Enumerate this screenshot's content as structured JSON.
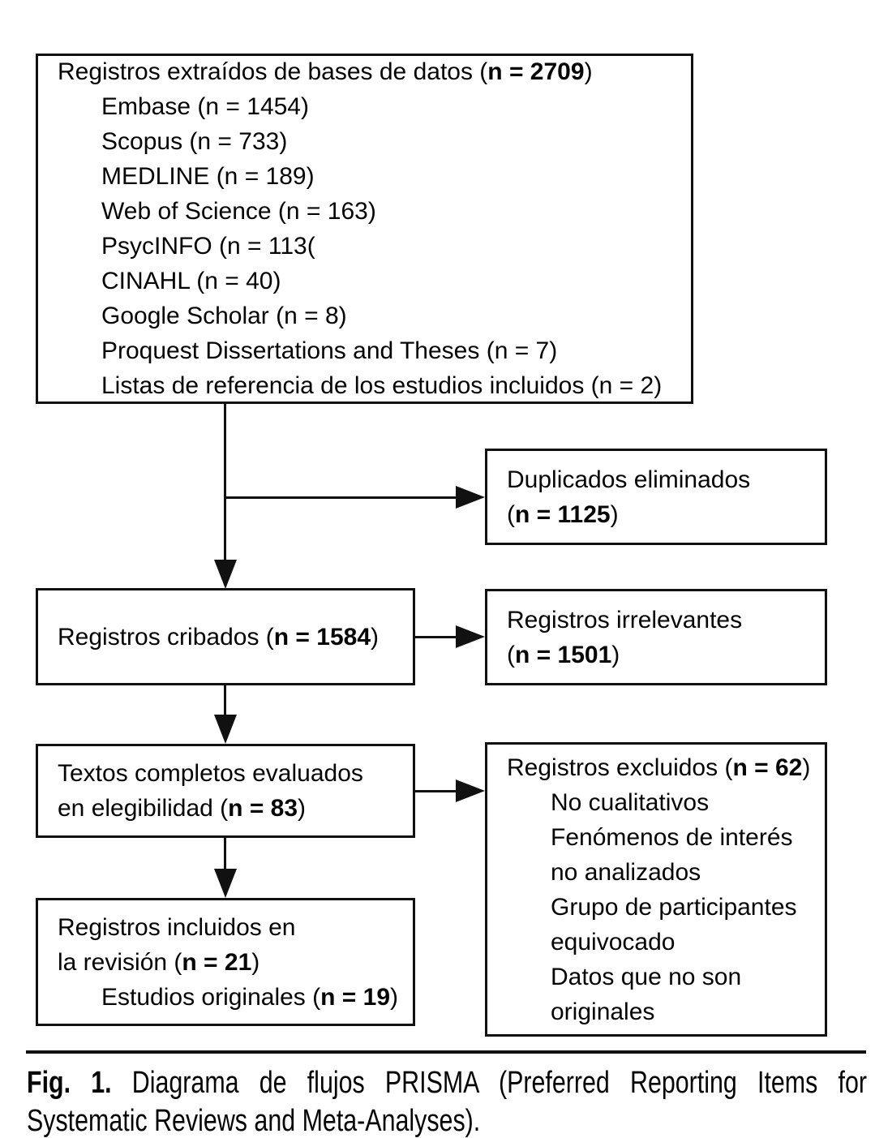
{
  "colors": {
    "ink": "#111111",
    "background": "#ffffff"
  },
  "caption": {
    "label": "Fig. 1.",
    "text": " Diagrama de flujos PRISMA (Preferred Reporting Items for Systematic Reviews and Meta-Analyses)."
  },
  "boxes": {
    "identification": {
      "lines": [
        {
          "pre": "Registros extraídos de bases de datos (",
          "bold": "n = 2709",
          "post": ")",
          "indent": 0
        },
        {
          "pre": "Embase (n = 1454)",
          "indent": 1
        },
        {
          "pre": "Scopus (n = 733)",
          "indent": 1
        },
        {
          "pre": "MEDLINE (n = 189)",
          "indent": 1
        },
        {
          "pre": "Web of Science (n = 163)",
          "indent": 1
        },
        {
          "pre": "PsycINFO (n = 113(",
          "indent": 1
        },
        {
          "pre": "CINAHL (n = 40)",
          "indent": 1
        },
        {
          "pre": "Google Scholar (n = 8)",
          "indent": 1
        },
        {
          "pre": "Proquest Dissertations and Theses (n = 7)",
          "indent": 1
        },
        {
          "pre": "Listas de referencia de los estudios incluidos (n = 2)",
          "indent": 1
        }
      ]
    },
    "duplicates_removed": {
      "lines": [
        {
          "pre": "Duplicados eliminados",
          "indent": 0
        },
        {
          "pre": "(",
          "bold": "n = 1125",
          "post": ")",
          "indent": 0
        }
      ]
    },
    "records_screened": {
      "lines": [
        {
          "pre": "Registros cribados (",
          "bold": "n = 1584",
          "post": ")",
          "indent": 0
        }
      ]
    },
    "irrelevant_records": {
      "lines": [
        {
          "pre": "Registros irrelevantes",
          "indent": 0
        },
        {
          "pre": "(",
          "bold": "n = 1501",
          "post": ")",
          "indent": 0
        }
      ]
    },
    "fulltext_assessed": {
      "lines": [
        {
          "pre": "Textos completos evaluados",
          "indent": 0
        },
        {
          "pre": "en elegibilidad (",
          "bold": "n = 83",
          "post": ")",
          "indent": 0
        }
      ]
    },
    "records_excluded": {
      "lines": [
        {
          "pre": "Registros excluidos (",
          "bold": "n = 62",
          "post": ")",
          "indent": 0
        },
        {
          "pre": "No cualitativos",
          "indent": 1
        },
        {
          "pre": "Fenómenos de interés",
          "indent": 1
        },
        {
          "pre": "no analizados",
          "indent": 1
        },
        {
          "pre": "Grupo de participantes",
          "indent": 1
        },
        {
          "pre": "equivocado",
          "indent": 1
        },
        {
          "pre": "Datos que no son",
          "indent": 1
        },
        {
          "pre": "originales",
          "indent": 1
        }
      ]
    },
    "records_included": {
      "lines": [
        {
          "pre": "Registros incluidos en",
          "indent": 0
        },
        {
          "pre": "la revisión (",
          "bold": "n = 21",
          "post": ")",
          "indent": 0
        },
        {
          "pre": "Estudios originales (",
          "bold": "n = 19",
          "post": ")",
          "indent": 1
        }
      ]
    }
  }
}
